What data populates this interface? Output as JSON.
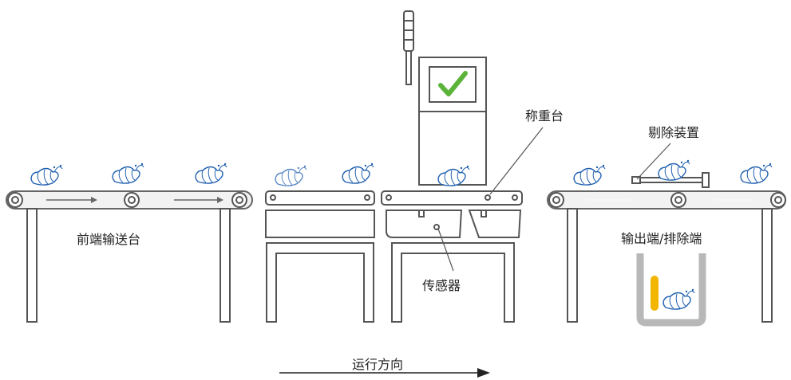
{
  "labels": {
    "infeed": "前端输送台",
    "weigh_table": "称重台",
    "sensor": "传感器",
    "rejector": "剔除装置",
    "outfeed": "输出端/排除端",
    "direction": "运行方向"
  },
  "colors": {
    "line": "#555555",
    "belt": "#f2f2f2",
    "check": "#5bb33a",
    "shrimp": "#2060b0",
    "reject_block": "#f2b600",
    "bin": "#b8b8b8"
  },
  "icons": {
    "status": "checkmark-icon",
    "product": "shrimp-icon",
    "beacon": "signal-tower-icon"
  }
}
